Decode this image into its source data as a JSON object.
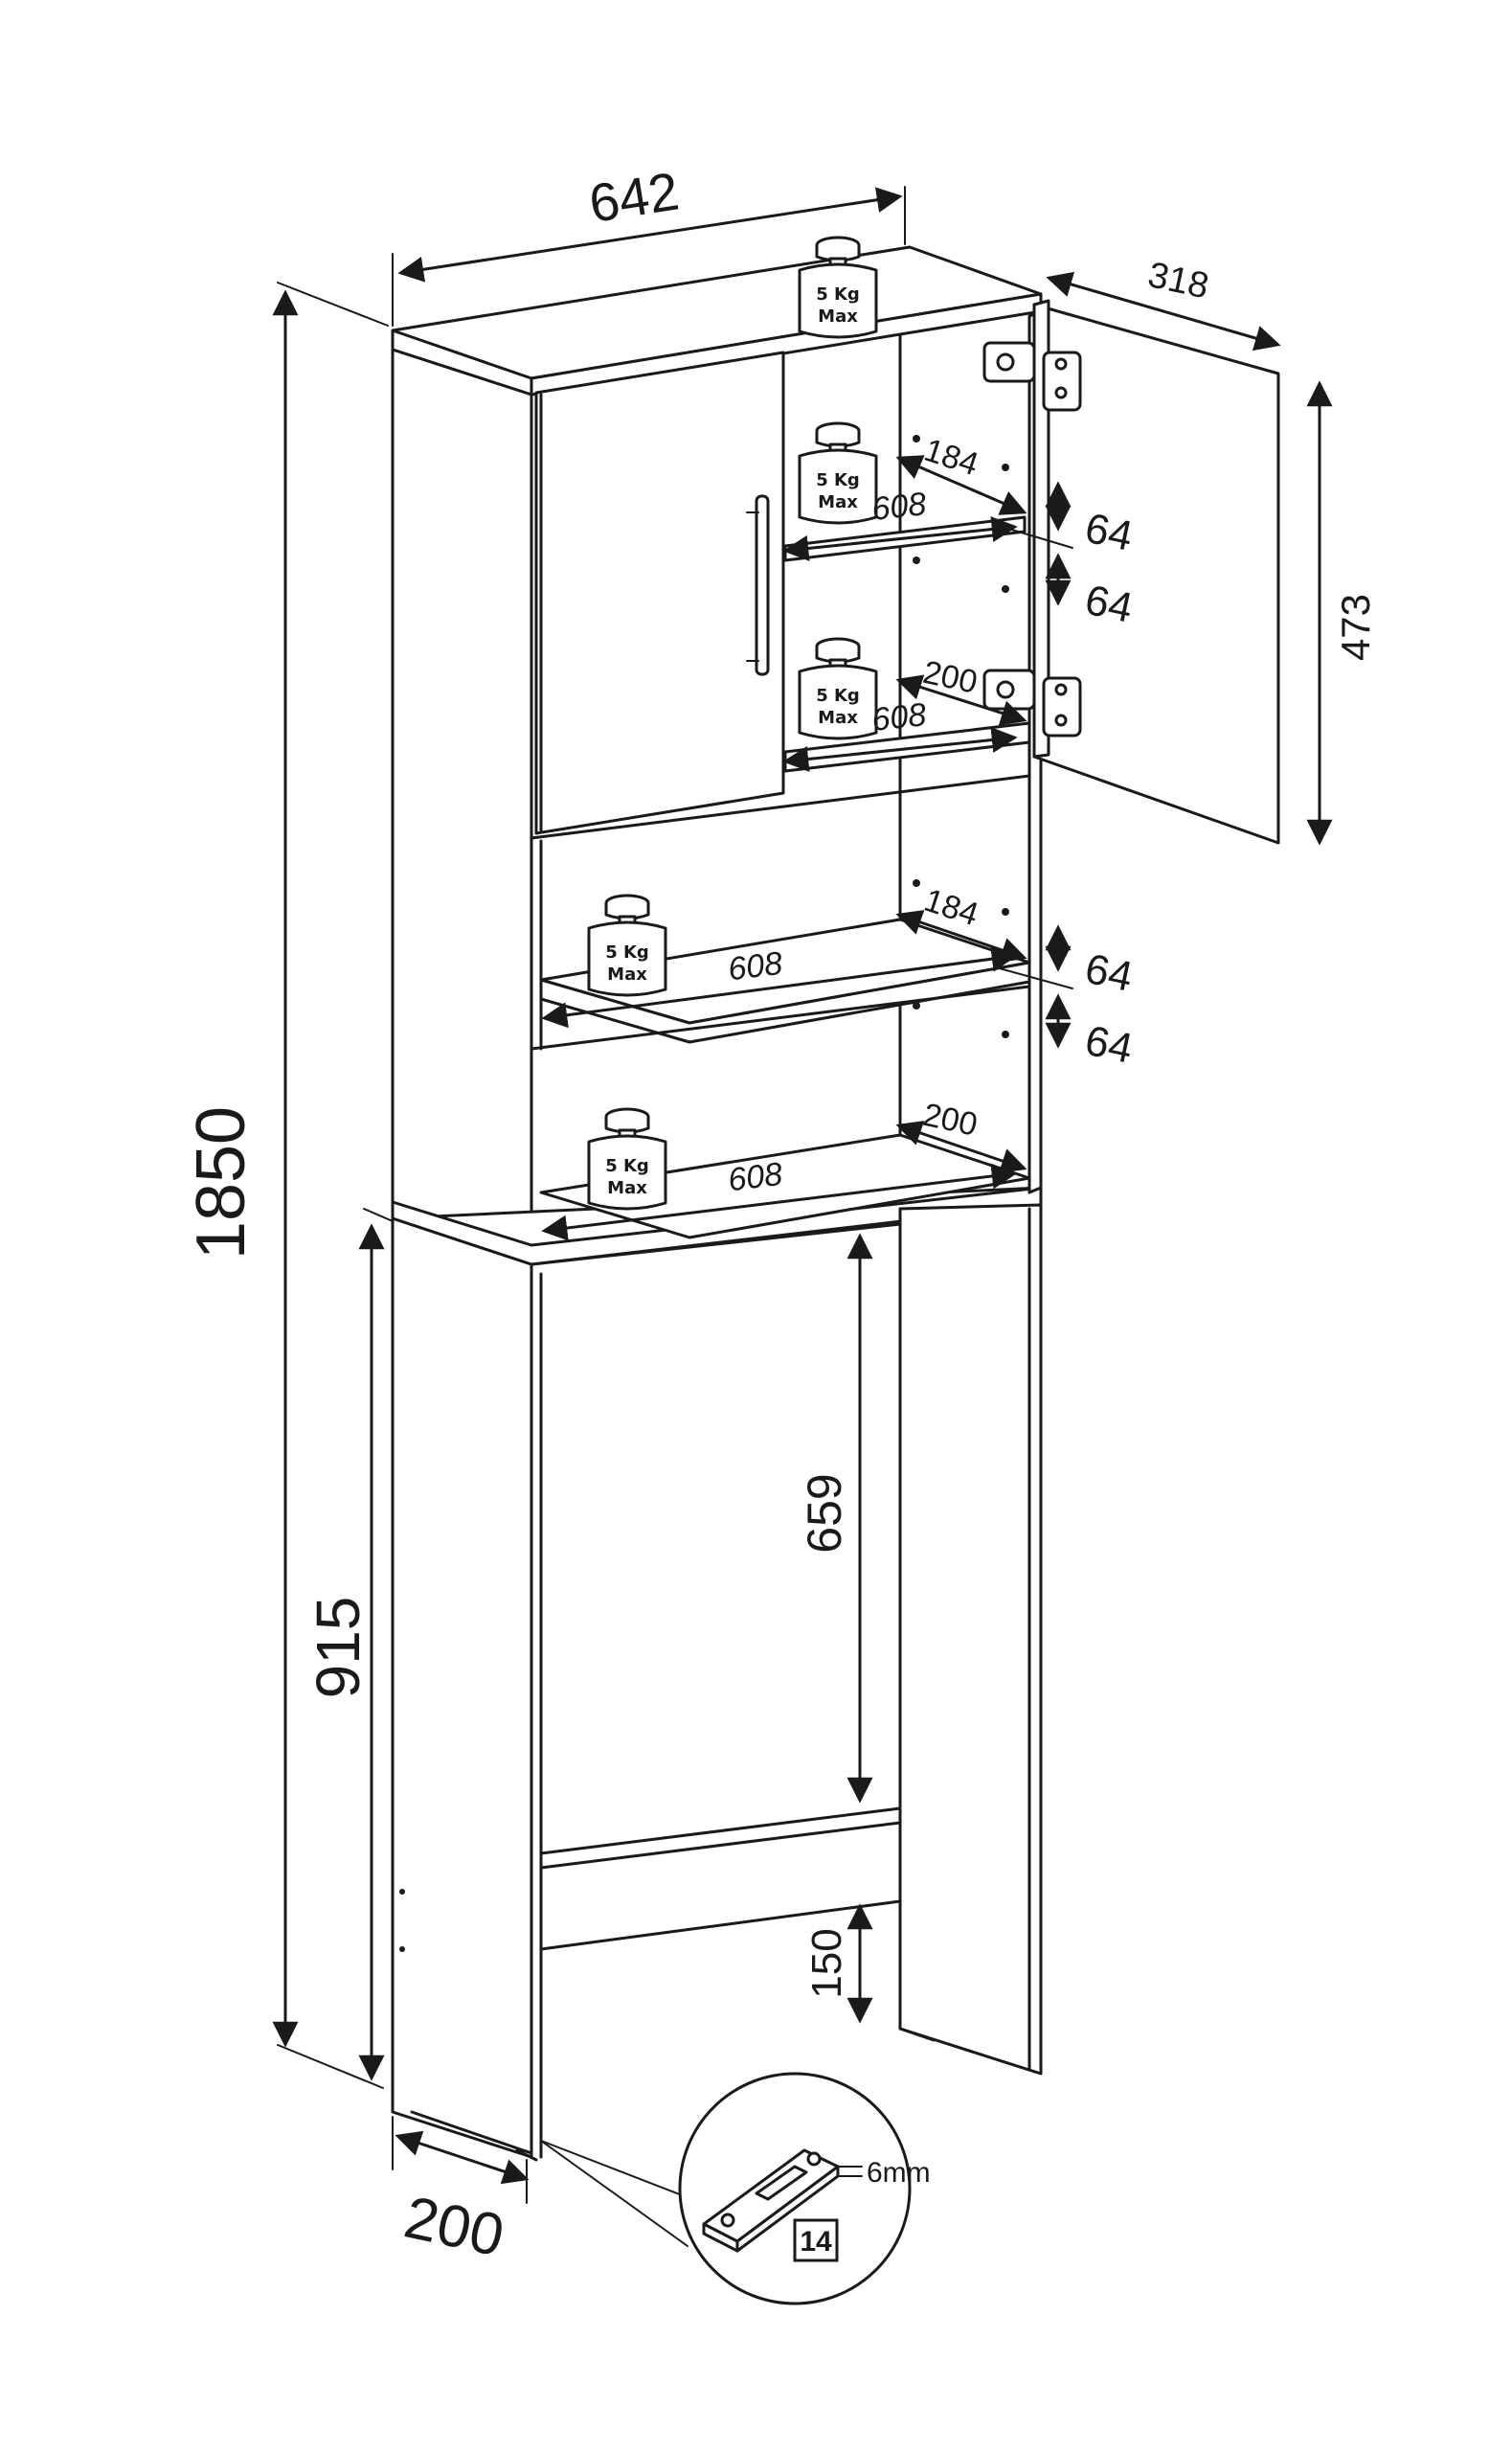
{
  "dimensions": {
    "total_width": "642",
    "door_depth": "318",
    "door_height": "473",
    "total_height": "1850",
    "lower_clearance": "915",
    "inner_opening": "659",
    "bottom_rail": "150",
    "depth": "200",
    "shelf_inset_upper": "184",
    "shelf_inset_lower": "200",
    "shelf_width": "608",
    "hole_spacing": "64"
  },
  "weight_label": {
    "line1": "5 Kg",
    "line2": "Max"
  },
  "detail": {
    "thickness": "6mm",
    "part_number": "14"
  },
  "icons": [
    "weight-icon",
    "hinge-icon",
    "door-handle-icon",
    "wall-bracket-icon"
  ]
}
